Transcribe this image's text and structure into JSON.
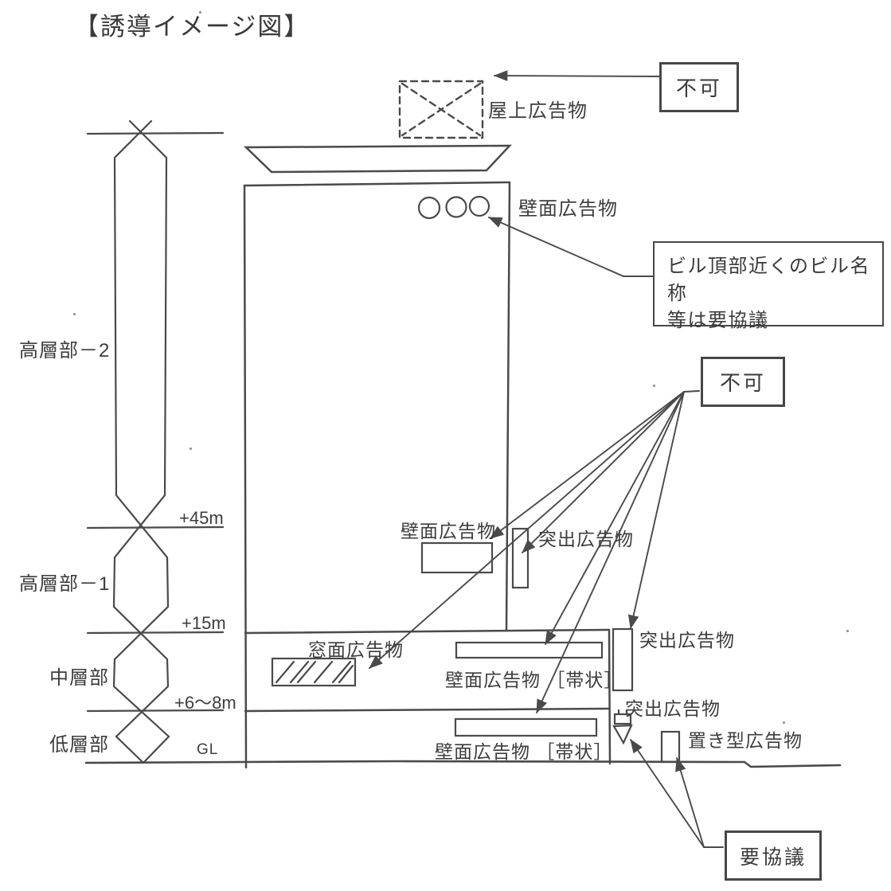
{
  "title": "【誘導イメージ図】",
  "colors": {
    "ink": "#4a4a4a",
    "paper": "#ffffff"
  },
  "dimension": {
    "zones": [
      {
        "label": "高層部－2"
      },
      {
        "label": "高層部－1"
      },
      {
        "label": "中層部"
      },
      {
        "label": "低層部"
      }
    ],
    "levels": [
      {
        "label": "+45m"
      },
      {
        "label": "+15m"
      },
      {
        "label": "+6～8m"
      },
      {
        "label": "GL"
      }
    ]
  },
  "signs": {
    "rooftop": "屋上広告物",
    "wall_top": "壁面広告物",
    "wall_mid": "壁面広告物",
    "projecting_mid": "突出広告物",
    "window": "窓面広告物",
    "wall_band_mid": "壁面広告物 ［帯状］",
    "projecting_podium": "突出広告物",
    "projecting_ground": "突出広告物",
    "wall_band_low": "壁面広告物 ［帯状］",
    "standing": "置き型広告物"
  },
  "callouts": {
    "not_allowed_roof": "不可",
    "not_allowed_mid": "不可",
    "note_line1": "ビル頂部近くのビル名称",
    "note_line2": "等は要協議",
    "consultation": "要協議"
  }
}
